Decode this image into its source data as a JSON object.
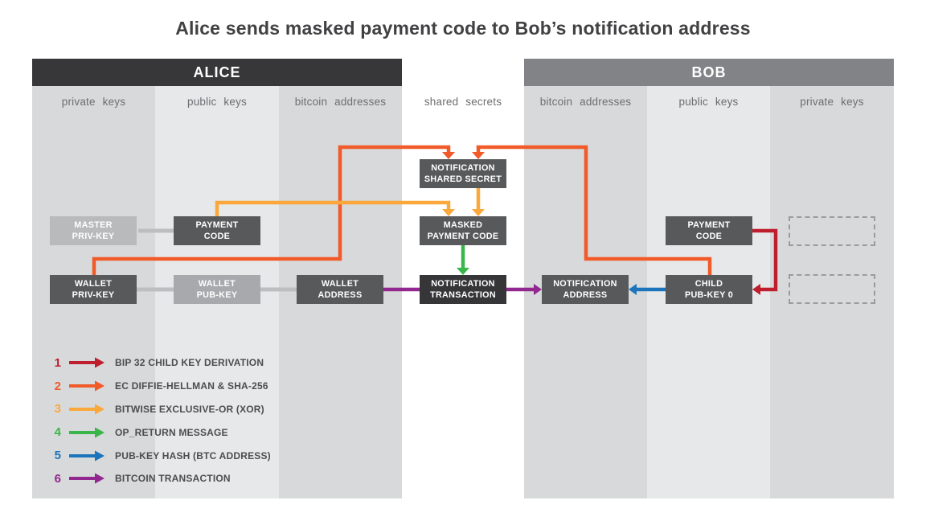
{
  "title": "Alice sends masked payment code to Bob’s notification address",
  "panels": {
    "alice": {
      "header": "ALICE",
      "columns": [
        "private keys",
        "public keys",
        "bitcoin addresses"
      ]
    },
    "bob": {
      "header": "BOB",
      "columns": [
        "bitcoin addresses",
        "public keys",
        "private keys"
      ]
    },
    "center_label": "shared secrets"
  },
  "boxes": {
    "master_priv_key": "MASTER\nPRIV-KEY",
    "payment_code_alice": "PAYMENT\nCODE",
    "wallet_priv_key": "WALLET\nPRIV-KEY",
    "wallet_pub_key": "WALLET\nPUB-KEY",
    "wallet_address": "WALLET\nADDRESS",
    "notification_shared_secret": "NOTIFICATION\nSHARED SECRET",
    "masked_payment_code": "MASKED\nPAYMENT CODE",
    "notification_transaction": "NOTIFICATION\nTRANSACTION",
    "notification_address": "NOTIFICATION\nADDRESS",
    "payment_code_bob": "PAYMENT\nCODE",
    "child_pub_key_0": "CHILD\nPUB-KEY 0"
  },
  "legend": {
    "items": [
      {
        "num": "1",
        "label": "BIP 32 CHILD KEY DERIVATION"
      },
      {
        "num": "2",
        "label": "EC DIFFIE-HELLMAN & SHA-256"
      },
      {
        "num": "3",
        "label": "BITWISE EXCLUSIVE-OR (XOR)"
      },
      {
        "num": "4",
        "label": "OP_RETURN MESSAGE"
      },
      {
        "num": "5",
        "label": "PUB-KEY HASH (BTC ADDRESS)"
      },
      {
        "num": "6",
        "label": "BITCOIN TRANSACTION"
      }
    ]
  },
  "colors": {
    "red": "#be1e2d",
    "orange": "#f15a29",
    "yellow": "#faa83c",
    "green": "#39b54a",
    "blue": "#1c75bc",
    "purple": "#92278f",
    "alice_header": "#373739",
    "bob_header": "#828387",
    "col_dark": "#d8d9da",
    "col_light": "#e7e8e9",
    "box_dark": "#58595b",
    "box_darker": "#363638",
    "box_light": "#b9babc",
    "box_mid": "#a7a9ac",
    "connector": "#bcbec0",
    "dashed_border": "#9a9c9e",
    "text_gray": "#6d6e71",
    "legend_text": "#4d4d4f",
    "title_text": "#414042"
  }
}
